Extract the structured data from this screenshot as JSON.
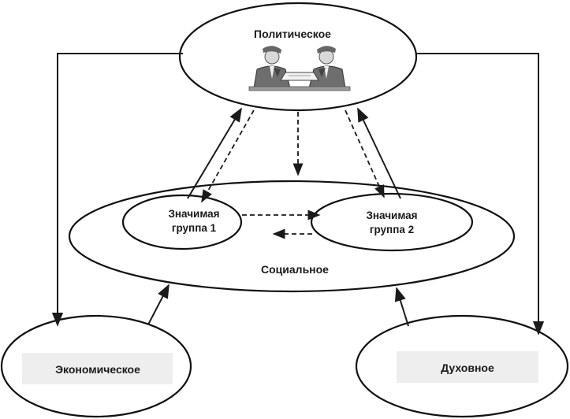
{
  "nodes": {
    "political": {
      "label": "Политическое"
    },
    "social": {
      "label": "Социальное"
    },
    "group1": {
      "line1": "Значимая",
      "line2": "группа 1"
    },
    "group2": {
      "line1": "Значимая",
      "line2": "группа 2"
    },
    "economic": {
      "label": "Экономическое"
    },
    "spiritual": {
      "label": "Духовное"
    }
  },
  "icons": {
    "political": "politicians-at-desk-icon"
  },
  "colors": {
    "stroke": "#111111",
    "label_box": "#eeeeee"
  }
}
